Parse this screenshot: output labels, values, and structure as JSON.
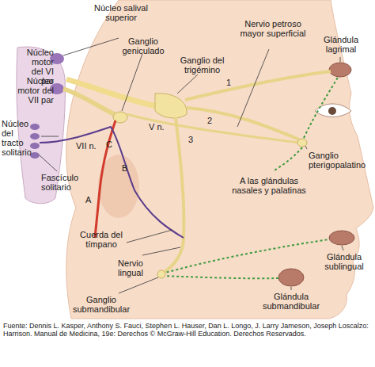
{
  "diagram": {
    "caption": "Fuente: Dennis L. Kasper, Anthony S. Fauci, Stephen L. Hauser, Dan L. Longo, J. Larry Jameson, Joseph Loscalzo: Harrison. Manual de Medicina, 19e: Derechos © McGraw-Hill Education. Derechos Reservados.",
    "labels": [
      "Núcleo salival superior",
      "Núcleo motor del VI par",
      "Núcleo motor del VII par",
      "Núcleo del tracto solitario",
      "Fascículo solitario",
      "Ganglio geniculado",
      "Ganglio del trigémino",
      "V n.",
      "VII n.",
      "C",
      "B",
      "A",
      "Nervio petroso mayor superficial",
      "Glándula lagrimal",
      "1",
      "2",
      "3",
      "Ganglio pterigopalatino",
      "A las glándulas nasales y palatinas",
      "Cuerda del tímpano",
      "Nervio lingual",
      "Ganglio submandibular",
      "Glándula sublingual",
      "Glándula submandibular"
    ]
  }
}
